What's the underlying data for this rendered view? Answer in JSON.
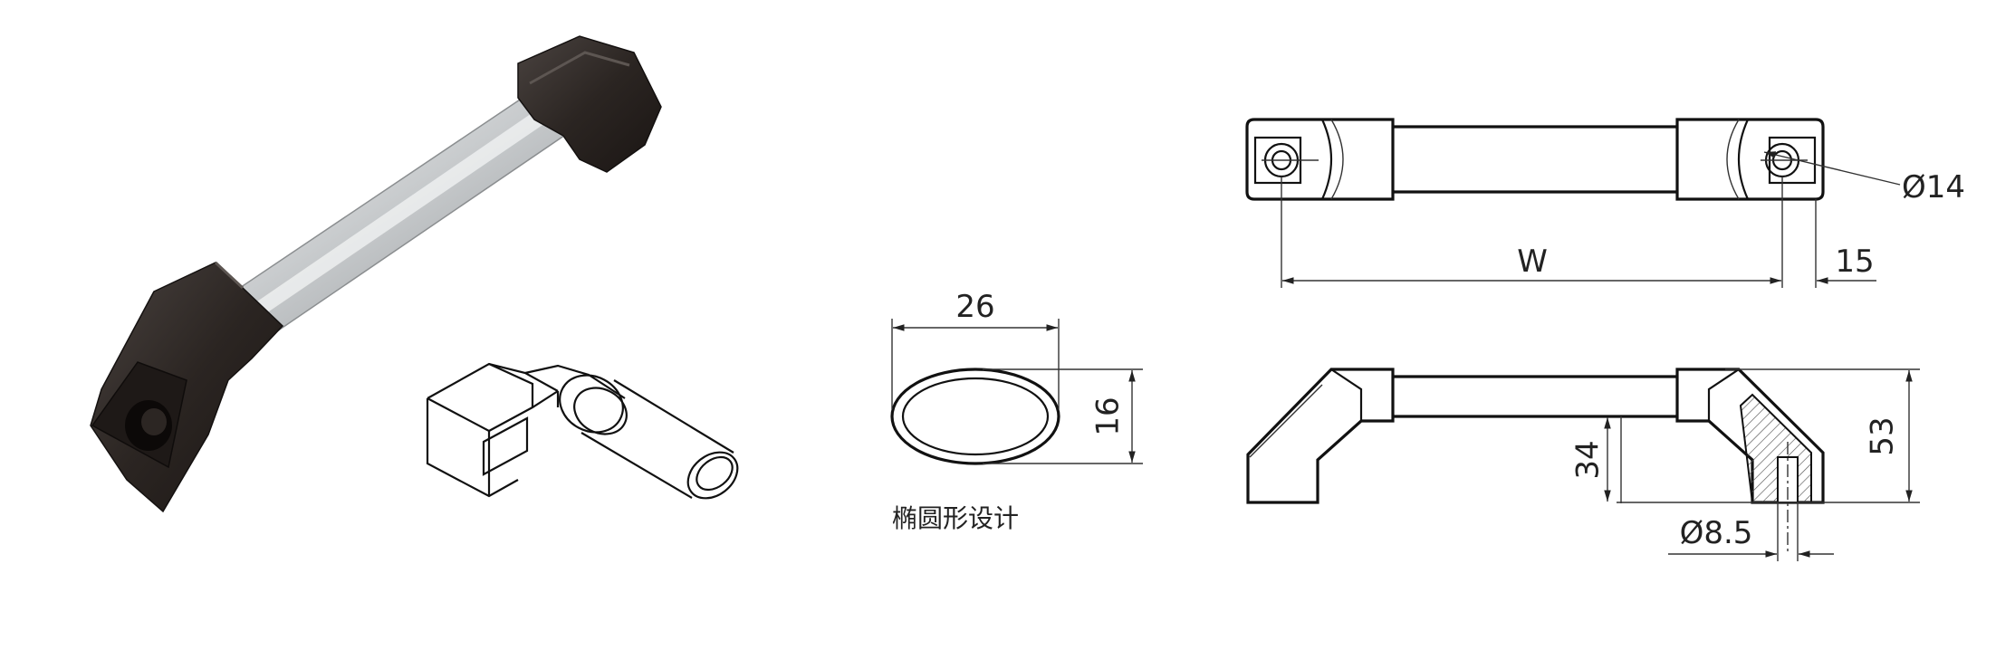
{
  "labels": {
    "oval_width": "26",
    "oval_height": "16",
    "oval_caption": "椭圆形设计",
    "hole_diameter": "Ø14",
    "width_label": "W",
    "end_offset": "15",
    "inner_height": "34",
    "total_height": "53",
    "thread_diameter": "Ø8.5"
  },
  "colors": {
    "line": "#222222",
    "cap_dark": "#2a2523",
    "tube_light": "#d6d8da",
    "tube_mid": "#aeb1b4",
    "hatch": "#555555"
  }
}
